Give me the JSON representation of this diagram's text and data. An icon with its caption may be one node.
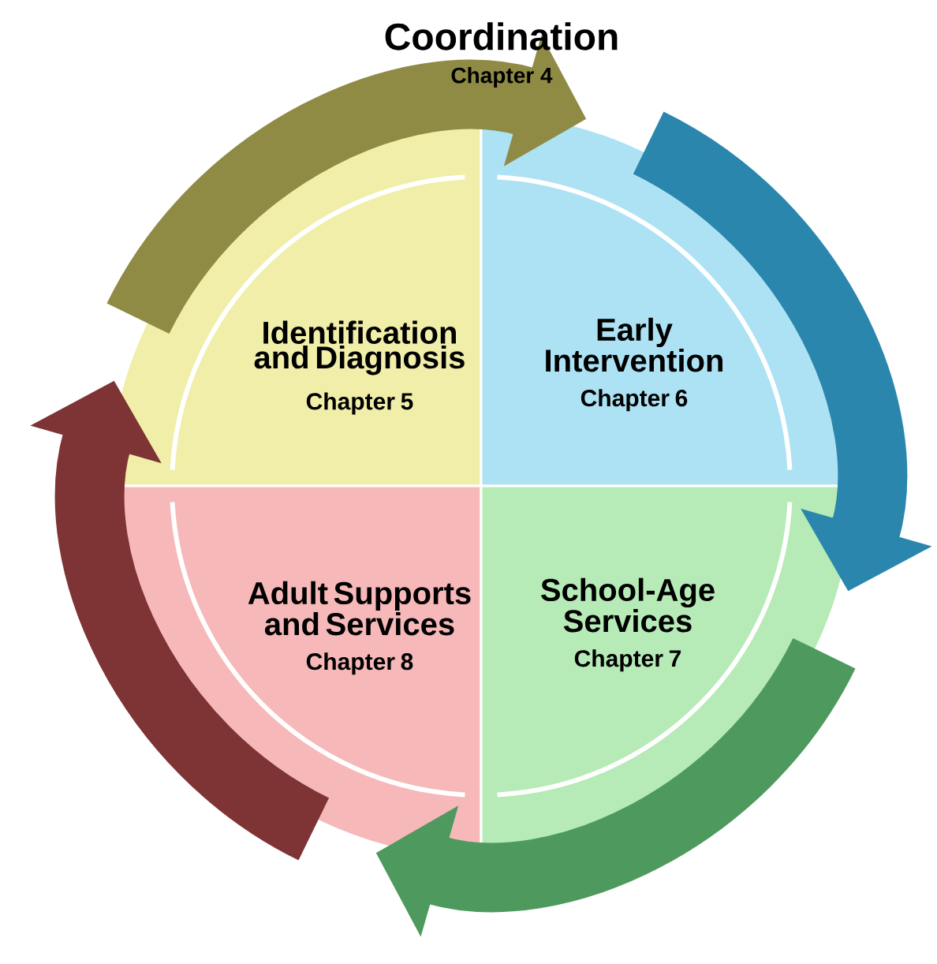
{
  "diagram": {
    "nodes": [
      {
        "text": [
          "Identification and Diagnosis",
          "Chapter 5"
        ]
      },
      {
        "text": [
          "Early Intervention",
          "Chapter 6"
        ]
      },
      {
        "text": [
          "Adult Supports and Services",
          "Chapter 8"
        ]
      },
      {
        "text": [
          "School-Age Services",
          "Chapter 7"
        ]
      }
    ],
    "edges": [
      {
        "from": 0,
        "to": 1,
        "arrow": "to",
        "color": "#8f8b45"
      },
      {
        "from": 1,
        "to": 3,
        "arrow": "to",
        "color": "#2a86ad"
      },
      {
        "from": 3,
        "to": 2,
        "arrow": "to",
        "color": "#4e9a5e"
      },
      {
        "from": 2,
        "to": 0,
        "arrow": "to",
        "color": "#7e3434"
      }
    ],
    "labels": [
      "Coordination",
      "Chapter 4"
    ]
  }
}
